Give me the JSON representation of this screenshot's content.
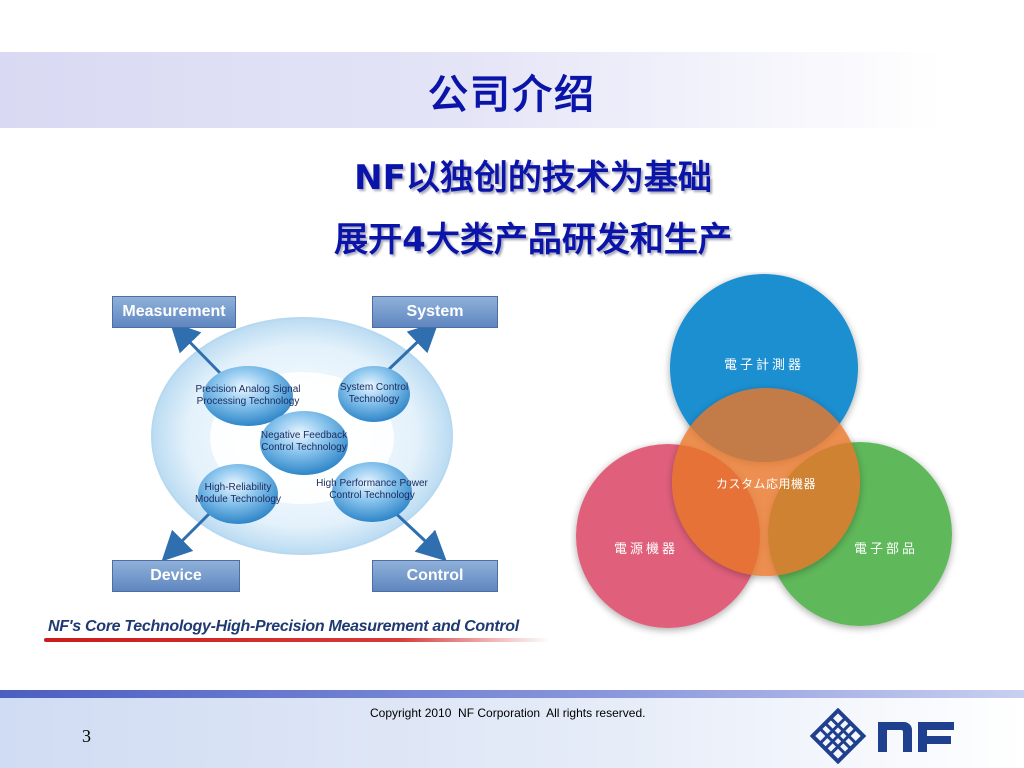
{
  "slide": {
    "title": "公司介绍",
    "subtitle_line1": "NF以独创的技术为基础",
    "subtitle_line2": "展开4大类产品研发和生产",
    "page_number": "3"
  },
  "diagram": {
    "boxes": {
      "measurement": "Measurement",
      "system": "System",
      "device": "Device",
      "control": "Control"
    },
    "bubbles": {
      "precision": "Precision Analog Signal Processing Technology",
      "system_control": "System Control Technology",
      "negative_feedback": "Negative Feedback Control Technology",
      "high_reliability": "High-Reliability Module Technology",
      "high_performance": "High Performance Power Control Technology"
    },
    "tagline": "NF's Core Technology-High-Precision Measurement and Control"
  },
  "venn": {
    "top": "電子計測器",
    "left": "電源機器",
    "right": "電子部品",
    "center": "カスタム応用機器",
    "colors": {
      "top": "#1a8fd1",
      "left": "#e0607c",
      "right": "#5fb85a",
      "center": "#e8772b"
    }
  },
  "footer": {
    "copyright": "Copyright 2010  NF Corporation  All rights reserved.",
    "logo_text": "NF"
  }
}
